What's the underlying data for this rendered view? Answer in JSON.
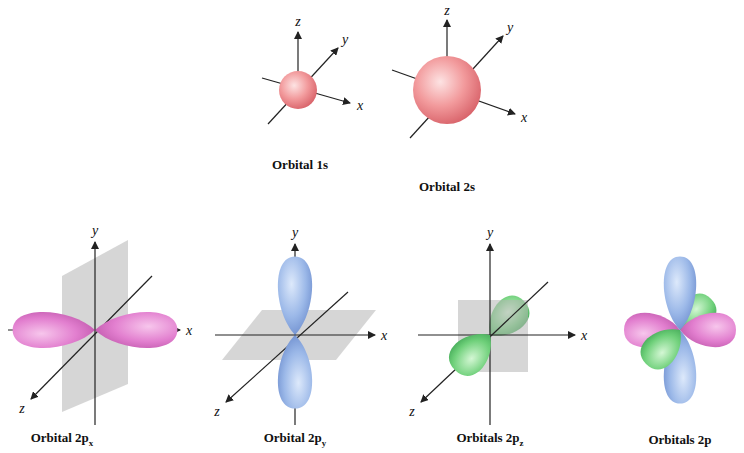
{
  "diagram": {
    "labels": [
      "z",
      "y",
      "x",
      "Orbital 1s",
      "z",
      "y",
      "x",
      "Orbital 2s",
      "y",
      "x",
      "z",
      "Orbital 2p",
      "x",
      "y",
      "x",
      "z",
      "Orbital 2p",
      "y",
      "y",
      "x",
      "z",
      "Orbitals 2p",
      "z",
      "Orbitals 2p"
    ]
  }
}
